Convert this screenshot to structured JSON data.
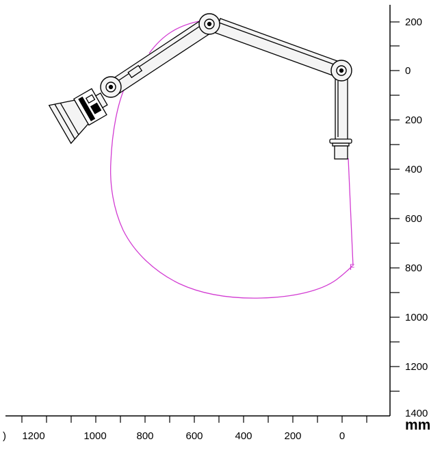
{
  "diagram": {
    "unit_label": "mm",
    "reach_marker_label": "F",
    "colors": {
      "reach_curve": "#d23bd2",
      "arm_stroke": "#000000",
      "arm_fill": "#f4f4f4",
      "axis": "#000000"
    },
    "y_axis": {
      "labels": [
        "200",
        "0",
        "200",
        "400",
        "600",
        "800",
        "1000",
        "1200",
        "1400"
      ]
    },
    "x_axis": {
      "labels": [
        "1200",
        "1000",
        "800",
        "600",
        "400",
        "200",
        "0"
      ],
      "partial_label": ")"
    },
    "components": [
      "extraction-hood",
      "arm-segment-outer",
      "arm-segment-middle",
      "top-joint",
      "elbow-joint",
      "wall-mount-pipe"
    ]
  }
}
